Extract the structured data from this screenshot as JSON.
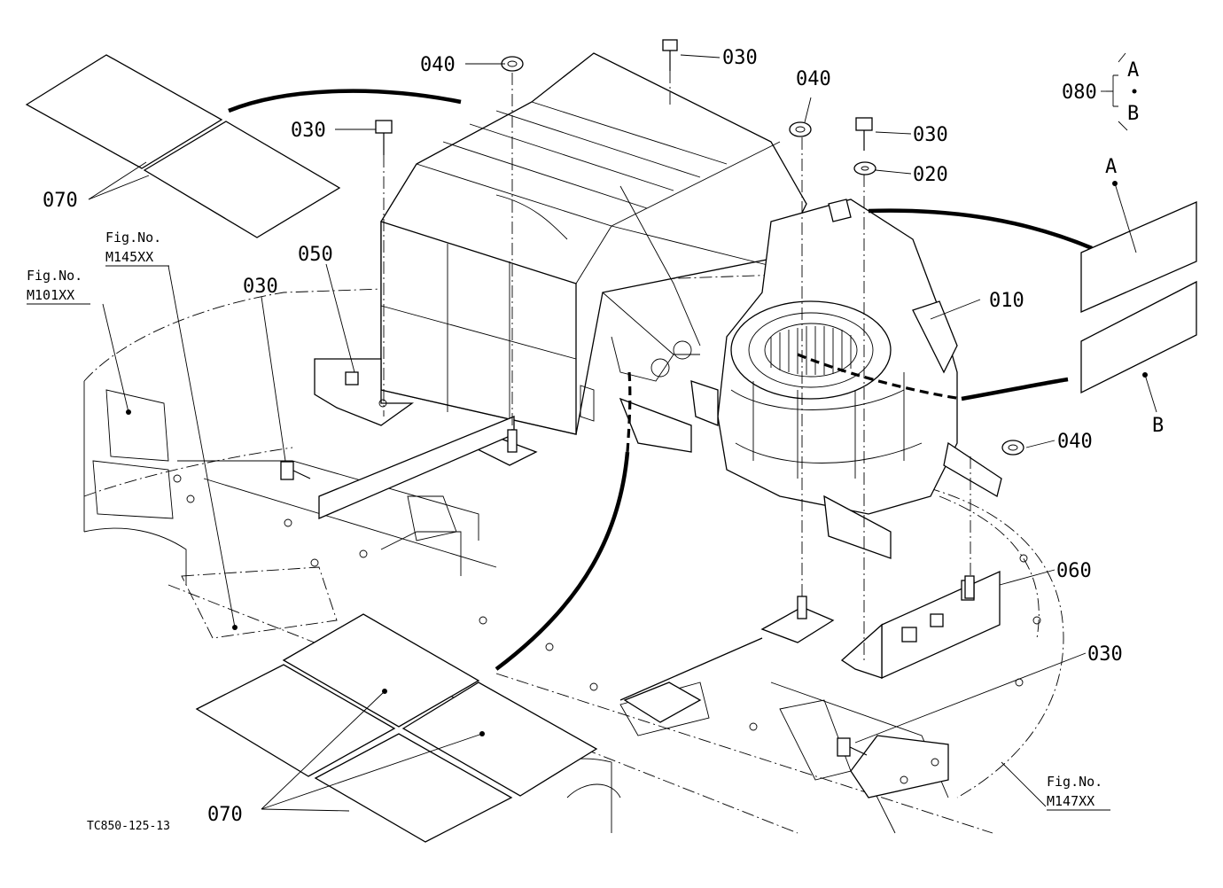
{
  "diagram": {
    "drawing_code": "TC850-125-13",
    "part_labels": {
      "p010": "010",
      "p020": "020",
      "p030_a": "030",
      "p030_b": "030",
      "p030_c": "030",
      "p030_d": "030",
      "p030_e": "030",
      "p040_a": "040",
      "p040_b": "040",
      "p040_c": "040",
      "p050": "050",
      "p060": "060",
      "p070_a": "070",
      "p070_b": "070",
      "p080": "080"
    },
    "variant_labels": {
      "a_bracket": "A",
      "b_bracket": "B",
      "a_plate": "A",
      "b_plate": "B"
    },
    "figure_refs": [
      {
        "prefix": "Fig.No.",
        "number": "M101XX"
      },
      {
        "prefix": "Fig.No.",
        "number": "M145XX"
      },
      {
        "prefix": "Fig.No.",
        "number": "M147XX"
      }
    ]
  }
}
